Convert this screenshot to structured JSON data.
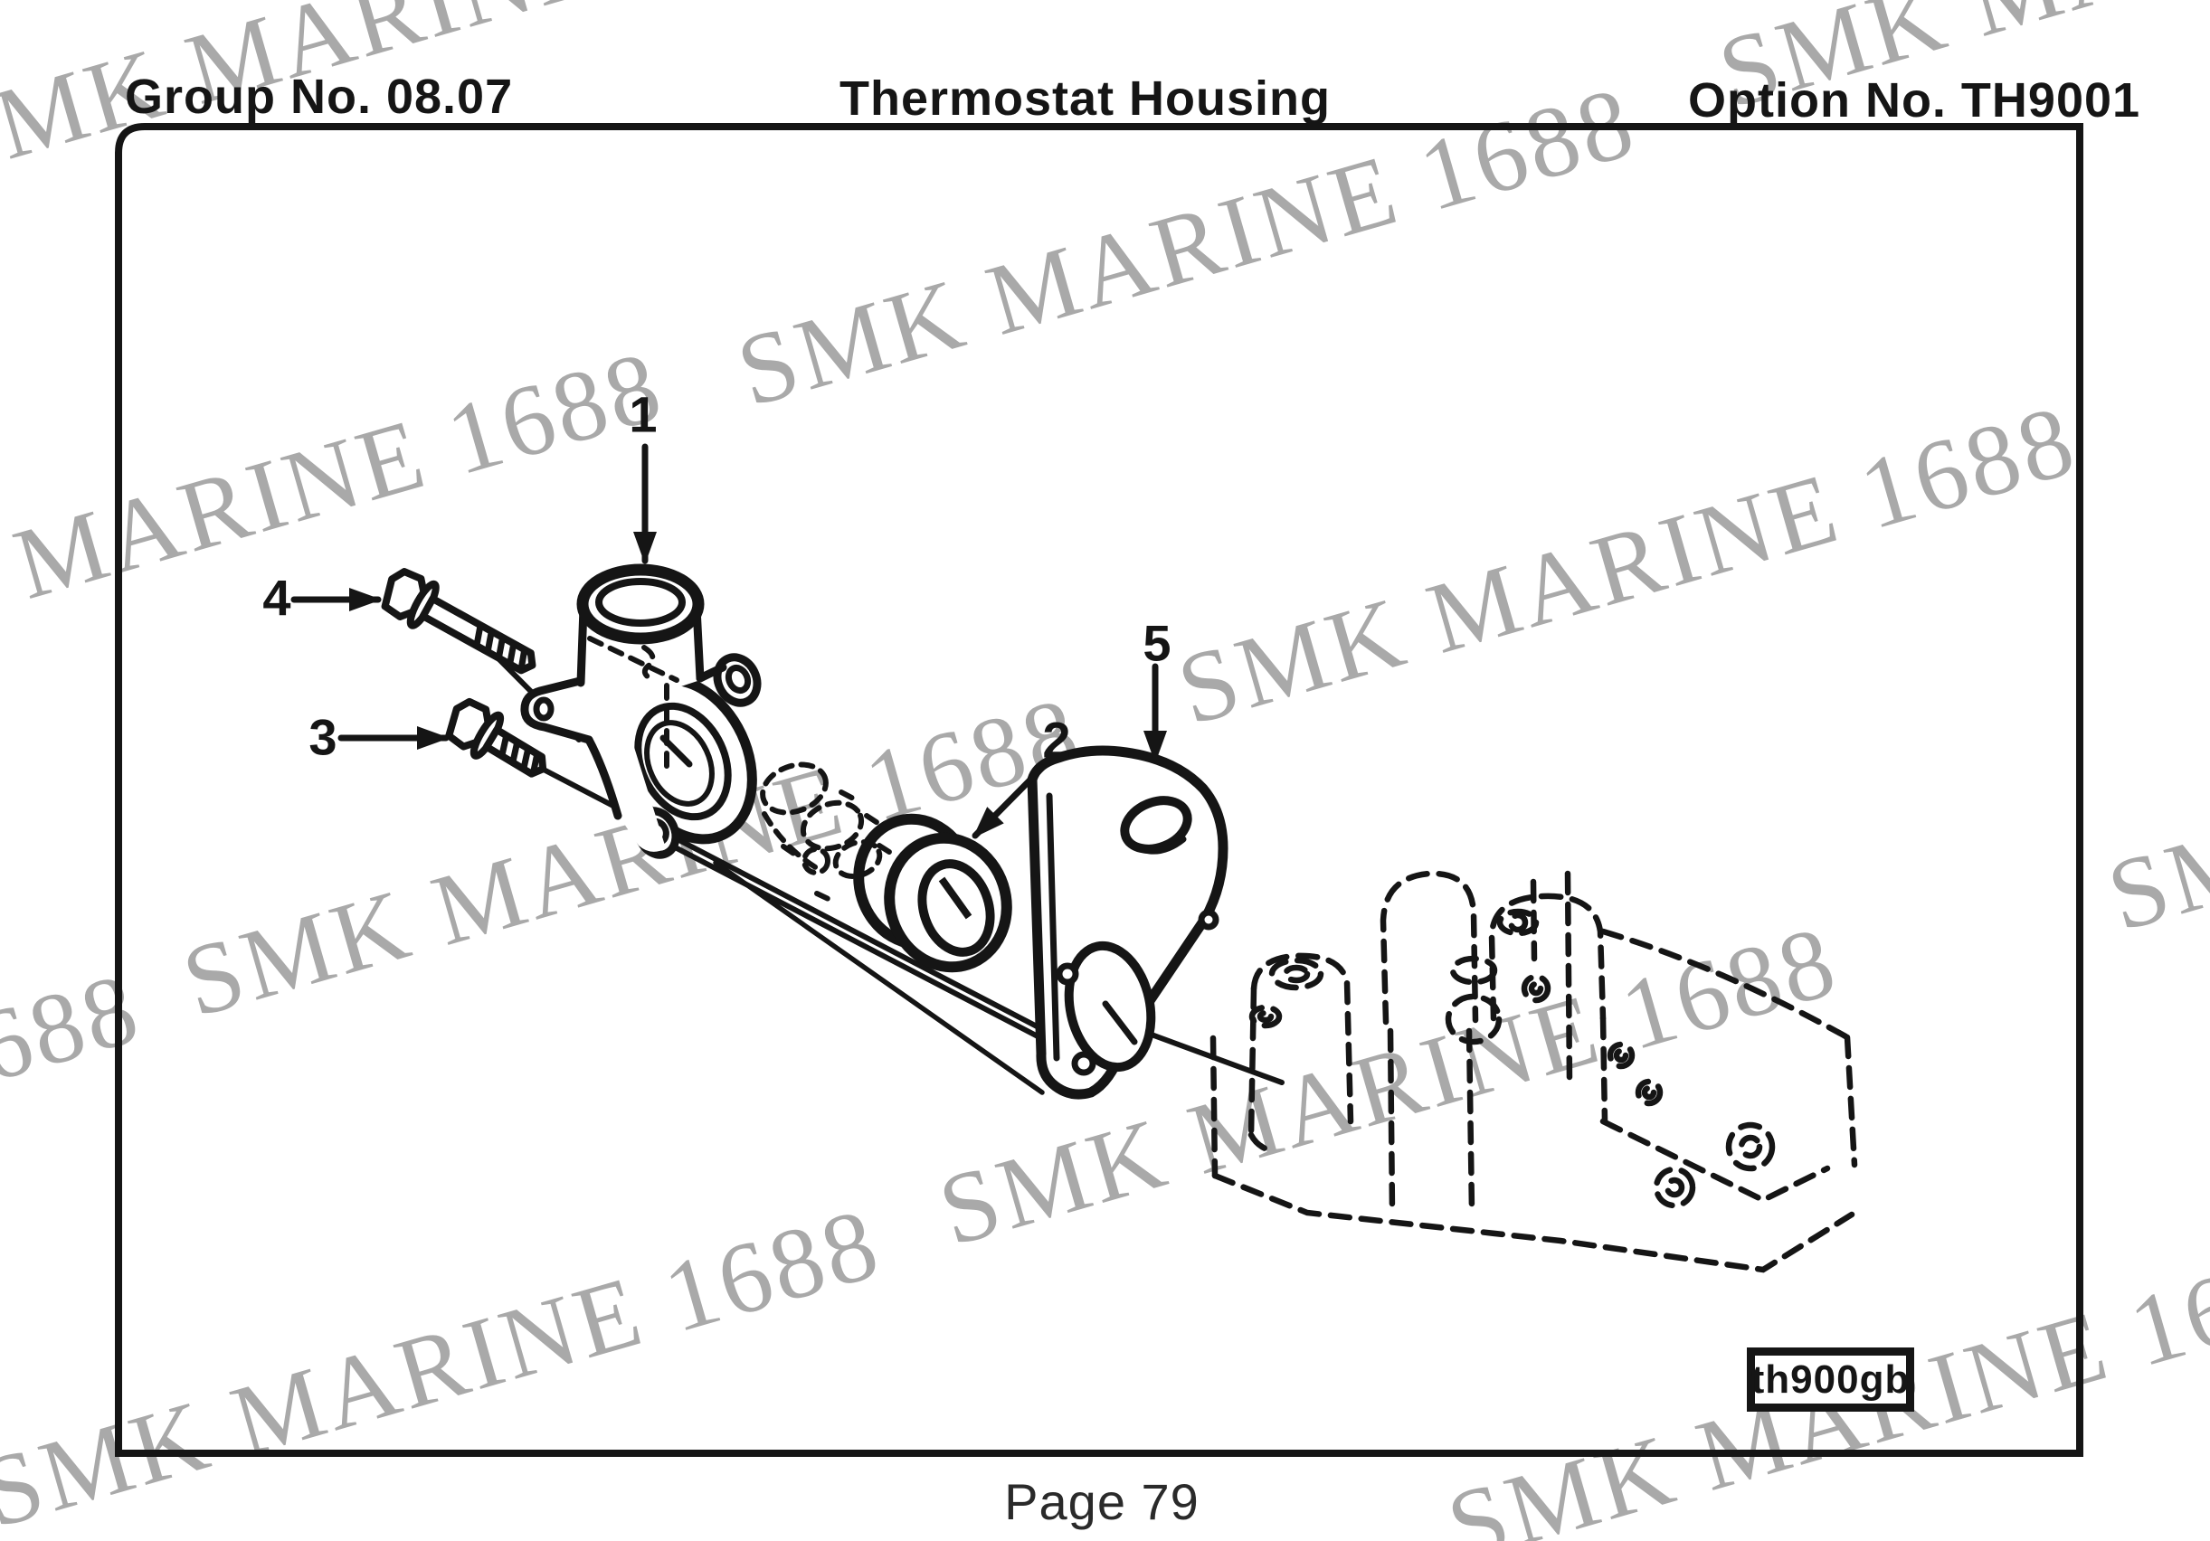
{
  "header": {
    "group_no": "Group No. 08.07",
    "title": "Thermostat Housing",
    "option_no": "Option No. TH9001"
  },
  "watermark": {
    "text": "SMK MARINE 1688"
  },
  "diagram": {
    "figure_code": "th900gb",
    "part_labels": [
      "1",
      "2",
      "3",
      "4",
      "5"
    ]
  },
  "footer": {
    "page_label": "Page 79"
  },
  "colors": {
    "ink": "#151515",
    "watermark_gray": "#a9a9a9",
    "paper": "#ffffff"
  }
}
